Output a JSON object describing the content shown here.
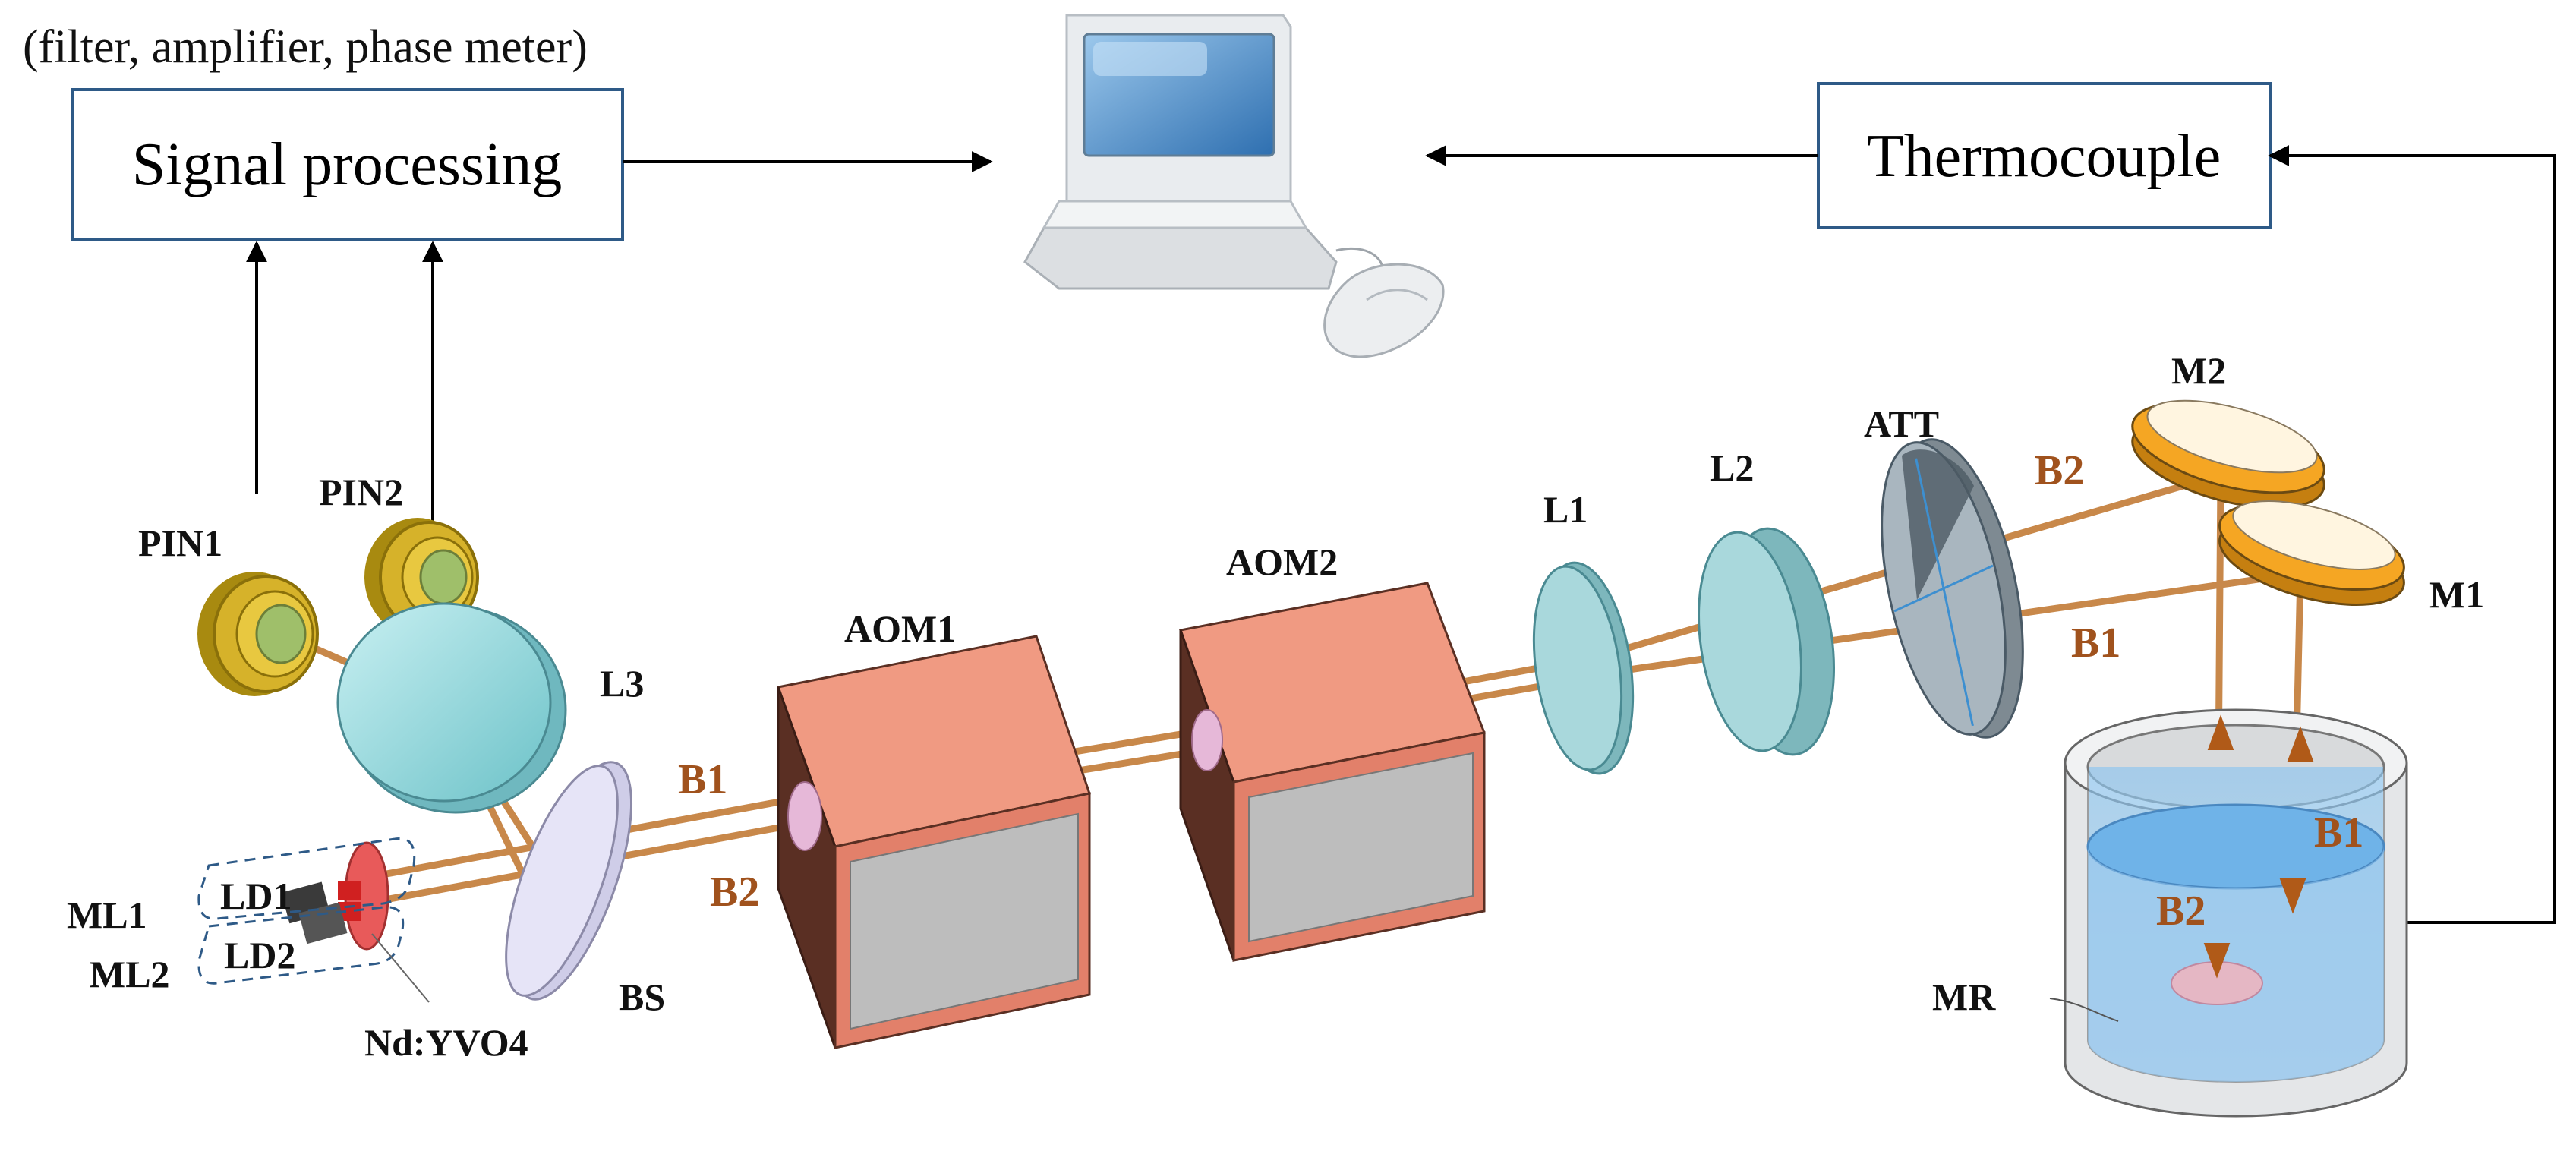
{
  "caption": "(filter, amplifier, phase meter)",
  "boxes": {
    "signal_processing": "Signal processing",
    "thermocouple": "Thermocouple"
  },
  "labels": {
    "pin1": "PIN1",
    "pin2": "PIN2",
    "l3": "L3",
    "aom1": "AOM1",
    "aom2": "AOM2",
    "l1": "L1",
    "l2": "L2",
    "att": "ATT",
    "m2": "M2",
    "m1": "M1",
    "ml1": "ML1",
    "ml2": "ML2",
    "ld1": "LD1",
    "ld2": "LD2",
    "bs": "BS",
    "ndyvo4": "Nd:YVO4",
    "mr": "MR"
  },
  "beams": {
    "b1": "B1",
    "b2": "B2"
  },
  "colors": {
    "box_border": "#2e5a87",
    "aom_front": "#e2806a",
    "aom_side": "#5a2f23",
    "aom_top": "#f09a82",
    "beam": "#c8884a",
    "beam_label": "#a0521d",
    "lens": "#9fdde0",
    "pin": "#c8a820",
    "mirror": "#f5a623",
    "water": "#6fb3e8",
    "att": "#5a6e7a"
  }
}
